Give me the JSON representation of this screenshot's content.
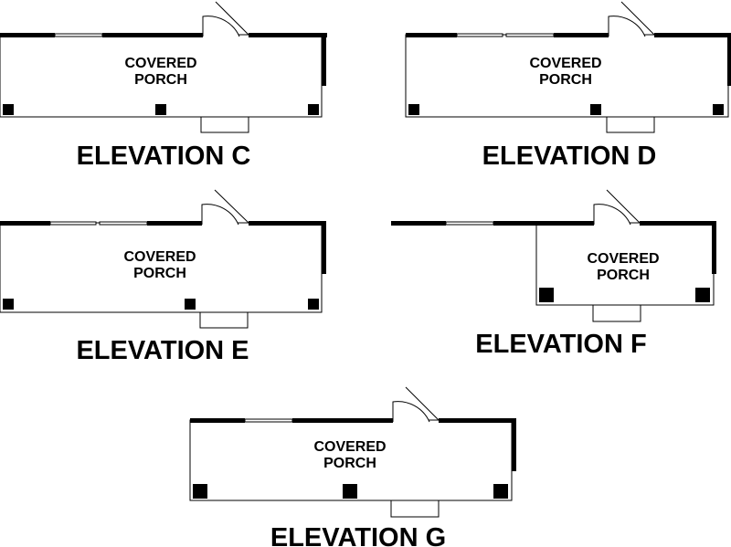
{
  "plans": [
    {
      "id": "c",
      "room_label": [
        "COVERED",
        "PORCH"
      ],
      "title": "ELEVATION C"
    },
    {
      "id": "d",
      "room_label": [
        "COVERED",
        "PORCH"
      ],
      "title": "ELEVATION D"
    },
    {
      "id": "e",
      "room_label": [
        "COVERED",
        "PORCH"
      ],
      "title": "ELEVATION E"
    },
    {
      "id": "f",
      "room_label": [
        "COVERED",
        "PORCH"
      ],
      "title": "ELEVATION F"
    },
    {
      "id": "g",
      "room_label": [
        "COVERED",
        "PORCH"
      ],
      "title": "ELEVATION G"
    }
  ]
}
